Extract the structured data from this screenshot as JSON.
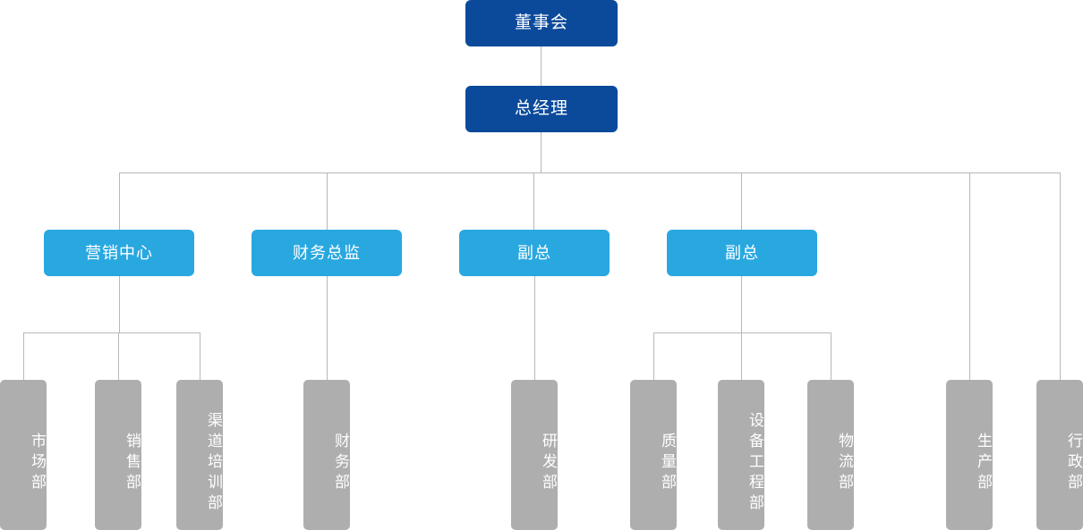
{
  "chart": {
    "title": "",
    "type": "org-chart",
    "colors": {
      "level1": "#0b4a9b",
      "level2": "#29a8e0",
      "level3": "#aeaeae",
      "connector": "#b8b8b8",
      "background": "#ffffff",
      "text": "#ffffff"
    },
    "levels": {
      "level1": [
        {
          "id": "board",
          "label": "董事会"
        },
        {
          "id": "general-manager",
          "label": "总经理"
        }
      ],
      "level2": [
        {
          "id": "marketing-center",
          "label": "营销中心"
        },
        {
          "id": "finance-director",
          "label": "财务总监"
        },
        {
          "id": "vice-president-1",
          "label": "副总"
        },
        {
          "id": "vice-president-2",
          "label": "副总"
        }
      ],
      "level3": [
        {
          "id": "market-dept",
          "label": "市场部",
          "parent": "marketing-center"
        },
        {
          "id": "sales-dept",
          "label": "销售部",
          "parent": "marketing-center"
        },
        {
          "id": "channel-training-dept",
          "label": "渠道培训部",
          "parent": "marketing-center"
        },
        {
          "id": "finance-dept",
          "label": "财务部",
          "parent": "finance-director"
        },
        {
          "id": "rd-dept",
          "label": "研发部",
          "parent": "vice-president-1"
        },
        {
          "id": "quality-dept",
          "label": "质量部",
          "parent": "vice-president-2"
        },
        {
          "id": "equipment-engineering-dept",
          "label": "设备工程部",
          "parent": "vice-president-2"
        },
        {
          "id": "logistics-dept",
          "label": "物流部",
          "parent": "vice-president-2"
        },
        {
          "id": "production-dept",
          "label": "生产部",
          "parent": "general-manager"
        },
        {
          "id": "administration-dept",
          "label": "行政部",
          "parent": "general-manager"
        }
      ]
    }
  }
}
